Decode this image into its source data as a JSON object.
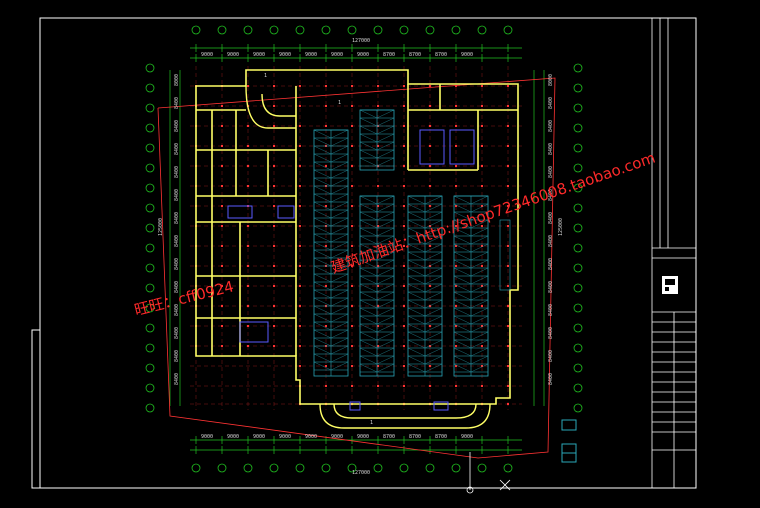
{
  "drawing": {
    "overall_width_label": "127000",
    "overall_depth_label": "125000",
    "top_bays": [
      "9000",
      "9000",
      "9000",
      "9000",
      "9000",
      "9000",
      "9000",
      "8700",
      "8700",
      "8700",
      "9000"
    ],
    "bottom_bays": [
      "9000",
      "9000",
      "9000",
      "9000",
      "9000",
      "9000",
      "9000",
      "8700",
      "8700",
      "8700",
      "9000"
    ],
    "left_bays": [
      "8000",
      "8400",
      "8400",
      "8400",
      "8400",
      "8400",
      "8400",
      "8400",
      "8400",
      "8400",
      "8400",
      "8400",
      "8400",
      "8400"
    ],
    "right_bays": [
      "8000",
      "8400",
      "8400",
      "8400",
      "8400",
      "8400",
      "8400",
      "8400",
      "8400",
      "8400",
      "8400",
      "8400",
      "8400",
      "8400"
    ],
    "section_marks": [
      "1",
      "1",
      "1"
    ]
  },
  "watermark": {
    "url_text": "建筑加油站：http://shop72346008.taobao.com",
    "id_text": "旺旺：cff0924"
  },
  "colors": {
    "background": "#000000",
    "frame": "#ffffff",
    "walls": "#ffff66",
    "parking": "#2aa7b8",
    "grid_axis": "#ff3333",
    "dims": "#20c020",
    "ramps": "#4a4aff",
    "watermark": "#ff2a2a"
  }
}
